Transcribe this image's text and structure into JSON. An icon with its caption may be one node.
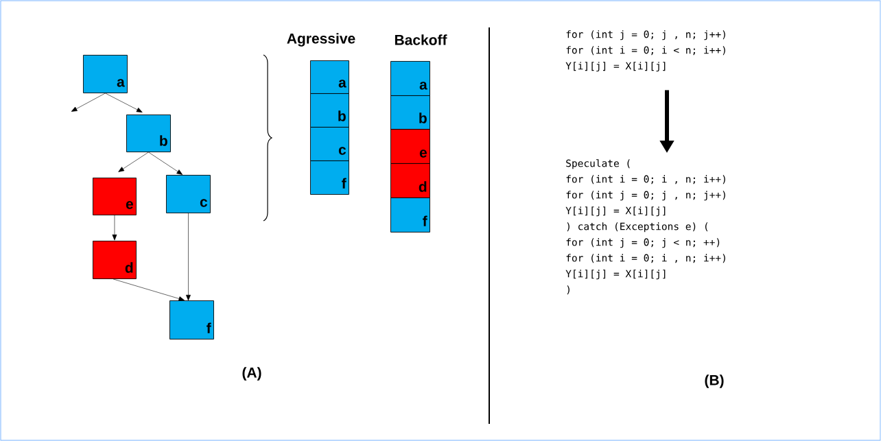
{
  "diagram": {
    "nodes": [
      {
        "text": [
          "a"
        ]
      },
      {
        "text": [
          "b"
        ]
      },
      {
        "text": [
          "e"
        ]
      },
      {
        "text": [
          "c"
        ]
      },
      {
        "text": [
          "d"
        ]
      },
      {
        "text": [
          "f"
        ]
      },
      {
        "text": [
          "a"
        ]
      },
      {
        "text": [
          "b"
        ]
      },
      {
        "text": [
          "c"
        ]
      },
      {
        "text": [
          "f"
        ]
      },
      {
        "text": [
          "a"
        ]
      },
      {
        "text": [
          "b"
        ]
      },
      {
        "text": [
          "e"
        ]
      },
      {
        "text": [
          "d"
        ]
      },
      {
        "text": [
          "f"
        ]
      },
      {
        "text": [
          "for (int j = 0; j , n; j++)",
          "for (int i = 0; i < n; i++)",
          "Y[i][j] = X[i][j]"
        ]
      },
      {
        "text": [
          "Speculate (",
          "for (int i = 0; i , n; i++)",
          "for (int j = 0; j , n; j++)",
          "Y[i][j] = X[i][j]",
          ") catch (Exceptions e) (",
          "for (int j = 0; j < n; ++)",
          "for (int i = 0; i , n; i++)",
          "Y[i][j] = X[i][j]",
          ")"
        ]
      }
    ],
    "edges": [
      {
        "from": 0,
        "to": null,
        "arrow": "to"
      },
      {
        "from": 0,
        "to": 1,
        "arrow": "to"
      },
      {
        "from": 1,
        "to": 2,
        "arrow": "to"
      },
      {
        "from": 1,
        "to": 3,
        "arrow": "to"
      },
      {
        "from": 2,
        "to": 4,
        "arrow": "to"
      },
      {
        "from": 4,
        "to": 5,
        "arrow": "to"
      },
      {
        "from": 3,
        "to": 5,
        "arrow": "to"
      },
      {
        "from": 15,
        "to": 16,
        "arrow": "to",
        "style": "thick"
      }
    ],
    "labels": [
      "Agressive",
      "Backoff",
      "(A)",
      "(B)"
    ]
  }
}
